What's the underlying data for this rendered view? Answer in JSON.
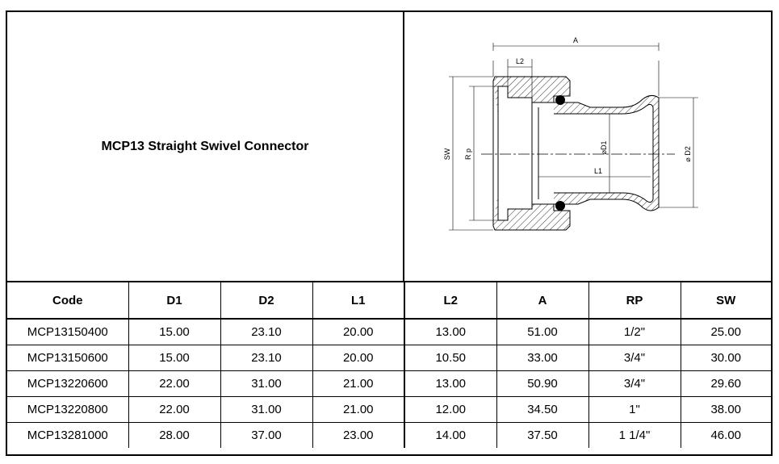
{
  "title": "MCP13 Straight Swivel Connector",
  "drawing": {
    "label_A": "A",
    "label_L2": "L2",
    "label_L1": "L1",
    "label_SW": "SW",
    "label_Rp": "R p",
    "label_D1": "⌀D1",
    "label_D2": "⌀ D2"
  },
  "table": {
    "headers": [
      "Code",
      "D1",
      "D2",
      "L1",
      "L2",
      "A",
      "RP",
      "SW"
    ],
    "rows": [
      [
        "MCP13150400",
        "15.00",
        "23.10",
        "20.00",
        "13.00",
        "51.00",
        "1/2\"",
        "25.00"
      ],
      [
        "MCP13150600",
        "15.00",
        "23.10",
        "20.00",
        "10.50",
        "33.00",
        "3/4\"",
        "30.00"
      ],
      [
        "MCP13220600",
        "22.00",
        "31.00",
        "21.00",
        "13.00",
        "50.90",
        "3/4\"",
        "29.60"
      ],
      [
        "MCP13220800",
        "22.00",
        "31.00",
        "21.00",
        "12.00",
        "34.50",
        "1\"",
        "38.00"
      ],
      [
        "MCP13281000",
        "28.00",
        "37.00",
        "23.00",
        "14.00",
        "37.50",
        "1 1/4\"",
        "46.00"
      ]
    ]
  }
}
